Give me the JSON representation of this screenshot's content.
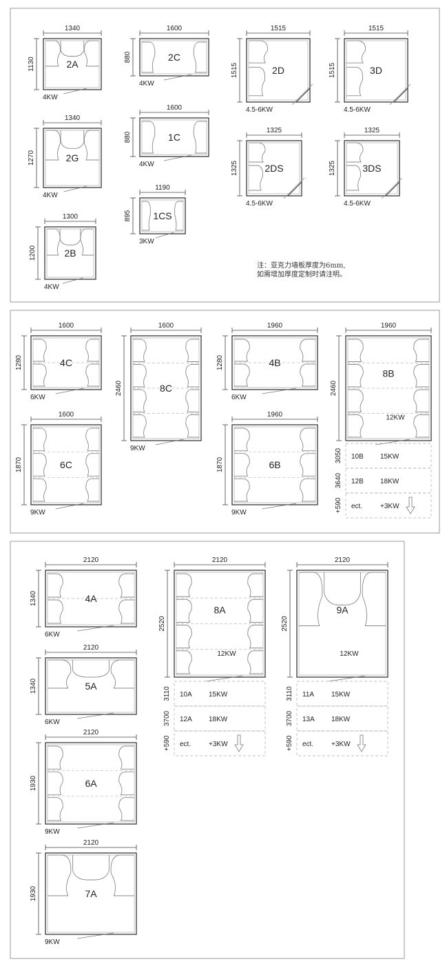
{
  "note": [
    "注：亚克力墙板厚度为6mm,",
    "如需增加厚度定制时请注明。"
  ],
  "sections": [
    {
      "id": "s1"
    },
    {
      "id": "s2"
    },
    {
      "id": "s3"
    }
  ],
  "rooms": {
    "r2A": {
      "label": "2A",
      "w": "1340",
      "h": "1130",
      "kw": "4KW"
    },
    "r2C": {
      "label": "2C",
      "w": "1600",
      "h": "880",
      "kw": "4KW"
    },
    "r2D": {
      "label": "2D",
      "w": "1515",
      "h": "1515",
      "kw": "4.5-6KW"
    },
    "r3D": {
      "label": "3D",
      "w": "1515",
      "h": "1515",
      "kw": "4.5-6KW"
    },
    "r2G": {
      "label": "2G",
      "w": "1340",
      "h": "1270",
      "kw": "4KW"
    },
    "r1C": {
      "label": "1C",
      "w": "1600",
      "h": "880",
      "kw": "4KW"
    },
    "r2DS": {
      "label": "2DS",
      "w": "1325",
      "h": "1325",
      "kw": "4.5-6KW"
    },
    "r3DS": {
      "label": "3DS",
      "w": "1325",
      "h": "1325",
      "kw": "4.5-6KW"
    },
    "r1CS": {
      "label": "1CS",
      "w": "1190",
      "h": "895",
      "kw": "3KW"
    },
    "r2B": {
      "label": "2B",
      "w": "1300",
      "h": "1200",
      "kw": "4KW"
    },
    "r4C": {
      "label": "4C",
      "w": "1600",
      "h": "1280",
      "kw": "6KW"
    },
    "r8C": {
      "label": "8C",
      "w": "1600",
      "h": "2460",
      "kw": "9KW"
    },
    "r4B": {
      "label": "4B",
      "w": "1960",
      "h": "1280",
      "kw": "6KW"
    },
    "r8B": {
      "label": "8B",
      "w": "1960",
      "h": "2460",
      "kw": "12KW"
    },
    "r6C": {
      "label": "6C",
      "w": "1600",
      "h": "1870",
      "kw": "9KW"
    },
    "r6B": {
      "label": "6B",
      "w": "1960",
      "h": "1870",
      "kw": "9KW"
    },
    "r4A": {
      "label": "4A",
      "w": "2120",
      "h": "1340",
      "kw": "6KW"
    },
    "r8A": {
      "label": "8A",
      "w": "2120",
      "h": "2520",
      "kw": "12KW"
    },
    "r9A": {
      "label": "9A",
      "w": "2120",
      "h": "2520",
      "kw": "12KW"
    },
    "r5A": {
      "label": "5A",
      "w": "2120",
      "h": "1340",
      "kw": "6KW"
    },
    "r6A": {
      "label": "6A",
      "w": "2120",
      "h": "1930",
      "kw": "9KW"
    },
    "r7A": {
      "label": "7A",
      "w": "2120",
      "h": "1930",
      "kw": "9KW"
    }
  },
  "ext": {
    "e8B": [
      {
        "dim": "3050",
        "model": "10B",
        "kw": "15KW"
      },
      {
        "dim": "3640",
        "model": "12B",
        "kw": "18KW"
      },
      {
        "dim": "+590",
        "model": "ect.",
        "kw": "+3KW"
      }
    ],
    "e8A": [
      {
        "dim": "3110",
        "model": "10A",
        "kw": "15KW"
      },
      {
        "dim": "3700",
        "model": "12A",
        "kw": "18KW"
      },
      {
        "dim": "+590",
        "model": "ect.",
        "kw": "+3KW"
      }
    ],
    "e9A": [
      {
        "dim": "3110",
        "model": "11A",
        "kw": "15KW"
      },
      {
        "dim": "3700",
        "model": "13A",
        "kw": "18KW"
      },
      {
        "dim": "+590",
        "model": "ect.",
        "kw": "+3KW"
      }
    ]
  }
}
